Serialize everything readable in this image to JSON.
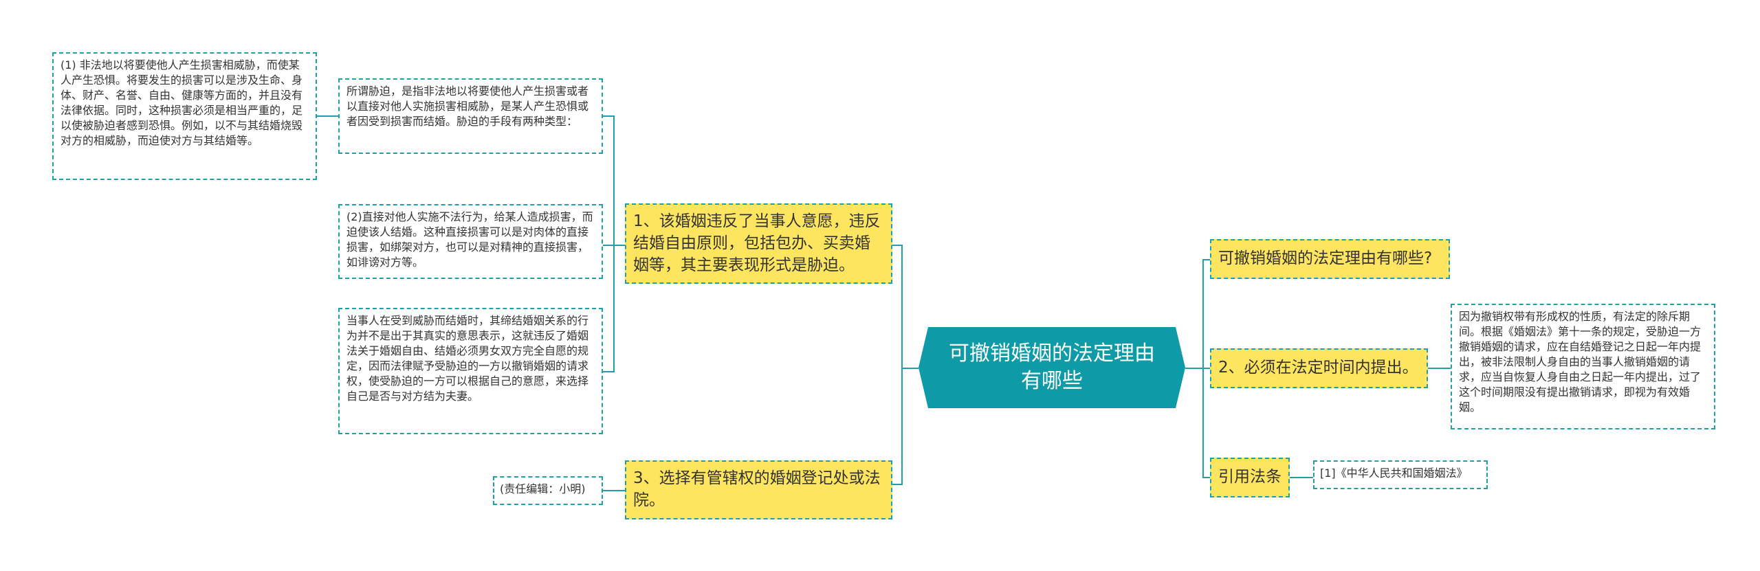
{
  "central": {
    "title": "可撤销婚姻的法定理由有哪些"
  },
  "left_branches": [
    {
      "label": "1、该婚姻违反了当事人意愿，违反结婚自由原则，包括包办、买卖婚姻等，其主要表现形式是胁迫。"
    },
    {
      "label": "3、选择有管辖权的婚姻登记处或法院。"
    }
  ],
  "left_leaves": {
    "coercion_definition": "所谓胁迫，是指非法地以将要使他人产生损害或者以直接对他人实施损害相威胁，是某人产生恐惧或者因受到损害而结婚。胁迫的手段有两种类型：",
    "coercion_type1": "(1) 非法地以将要使他人产生损害相威胁，而使某人产生恐惧。将要发生的损害可以是涉及生命、身体、财产、名誉、自由、健康等方面的，并且没有法律依据。同时，这种损害必须是相当严重的，足以使被胁迫者感到恐惧。例如，以不与其结婚烧毁对方的相威胁，而迫使对方与其结婚等。",
    "coercion_type2": "(2)直接对他人实施不法行为，给某人造成损害，而迫使该人结婚。这种直接损害可以是对肉体的直接损害，如绑架对方，也可以是对精神的直接损害，如诽谤对方等。",
    "coercion_effect": "当事人在受到威胁而结婚时，其缔结婚姻关系的行为并不是出于其真实的意思表示，这就违反了婚姻法关于婚姻自由、结婚必须男女双方完全自愿的规定，因而法律赋予受胁迫的一方以撤销婚姻的请求权，使受胁迫的一方可以根据自己的意愿，来选择自己是否与对方结为夫妻。",
    "editor": "(责任编辑：小明)"
  },
  "right_branches": [
    {
      "label": "可撤销婚姻的法定理由有哪些?"
    },
    {
      "label": "2、必须在法定时间内提出。"
    },
    {
      "label": "引用法条"
    }
  ],
  "right_leaves": {
    "time_limit": "因为撤销权带有形成权的性质，有法定的除斥期间。根据《婚姻法》第十一条的规定，受胁迫一方撤销婚姻的请求，应在自结婚登记之日起一年内提出，被非法限制人身自由的当事人撤销婚姻的请求，应当自恢复人身自由之日起一年内提出，过了这个时间期限没有提出撤销请求，即视为有效婚姻。",
    "law": "[1]《中华人民共和国婚姻法》"
  },
  "colors": {
    "central_fill": "#0e9aa7",
    "branch_fill": "#fee560",
    "border": "#1fa0a8",
    "connector": "#1fa0a8",
    "text": "#333333"
  }
}
